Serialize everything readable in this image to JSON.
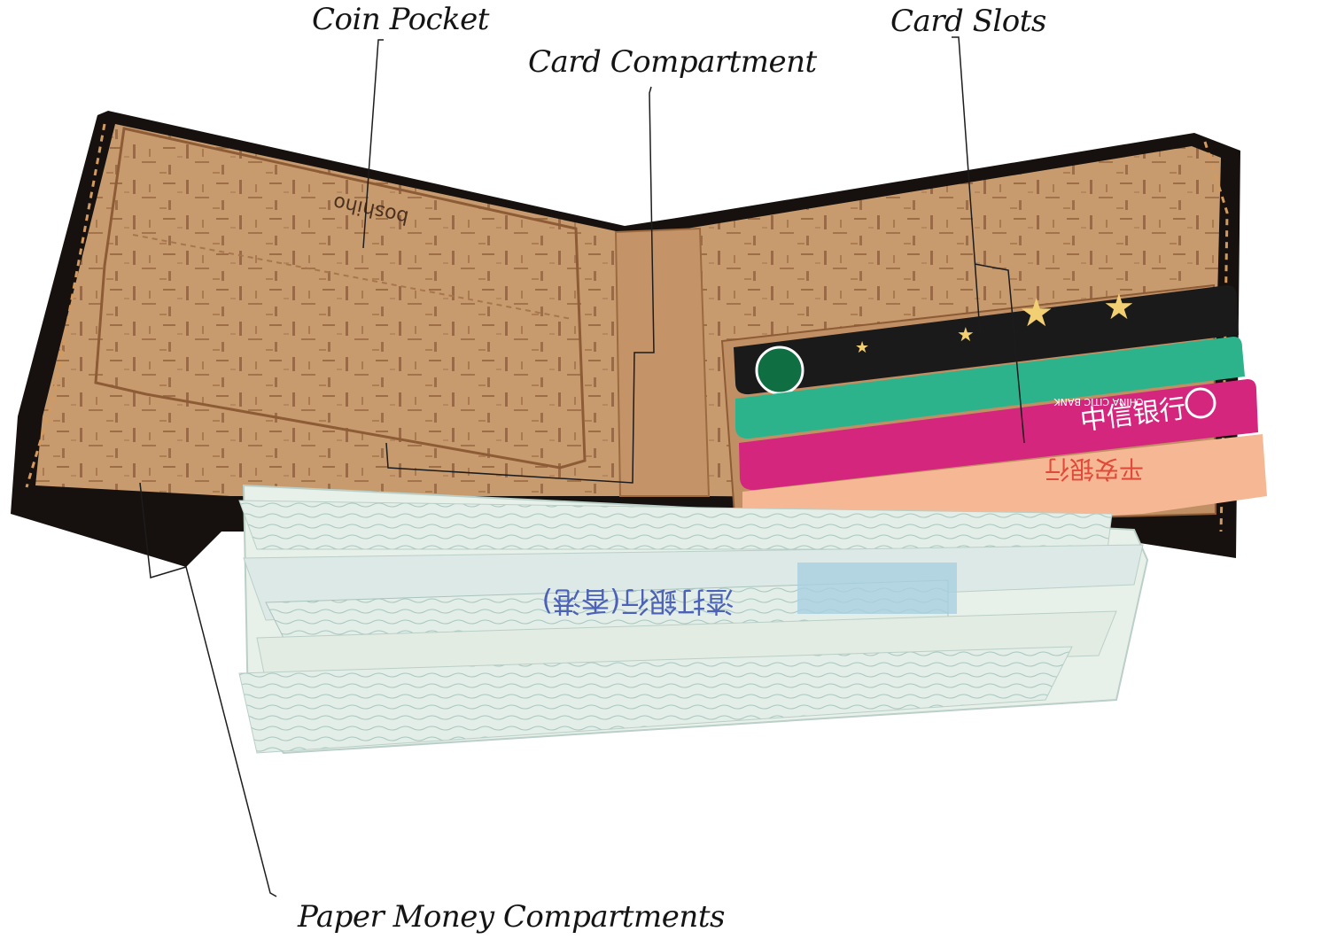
{
  "callouts": {
    "coin_pocket": "Coin Pocket",
    "card_compartment": "Card Compartment",
    "card_slots": "Card Slots",
    "paper_money": "Paper Money Compartments"
  },
  "brand_stamp": "boshiho",
  "cards": {
    "citic_bank_name": "中信银行",
    "citic_bank_english": "CHINA CITIC BANK",
    "pingan_bank_name": "平安银行"
  },
  "banknote_text": "渣打銀行(香港)",
  "colors": {
    "cork": "#c89b6e",
    "cork_dark": "#7a4a2a",
    "leather": "#16110e",
    "stitch": "#d39a5f",
    "card_black": "#1a1a1a",
    "star_gold": "#f2cf73",
    "card_teal": "#2db38c",
    "card_pink": "#d4267d",
    "card_peach": "#f6b894",
    "banknote": "#e8f0ea"
  }
}
